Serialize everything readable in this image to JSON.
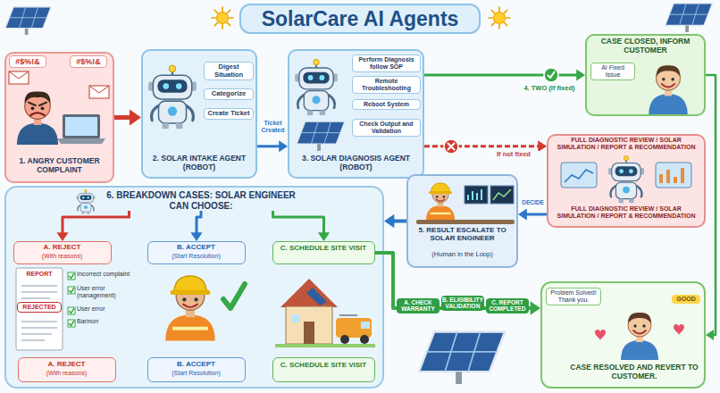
{
  "diagram": {
    "title": "SolarCare AI Agents",
    "nodes": [
      {
        "text": [
          "1. ANGRY CUSTOMER COMPLAINT"
        ]
      },
      {
        "text": [
          "2. SOLAR INTAKE AGENT (ROBOT)",
          "Digest Situation",
          "Categorize",
          "Create Ticket"
        ]
      },
      {
        "text": [
          "3. SOLAR DIAGNOSIS AGENT (ROBOT)",
          "Perform Diagnosis follow SOP",
          "Remote Troubleshooting",
          "Reboot System",
          "Check Output and Validation"
        ]
      },
      {
        "text": [
          "CASE CLOSED, INFORM CUSTOMER"
        ]
      },
      {
        "text": [
          "FULL DIAGNOSTIC REVIEW / SOLAR SIMULATION / REPORT & RECOMMENDATION",
          "FULL DIAGNOSTIC REVIEW / SOLAR SIMULATION / REPORT & RECOMMENDATION"
        ]
      },
      {
        "text": [
          "5. RESULT ESCALATE TO SOLAR ENGINEER",
          "(Human in the Loop)"
        ]
      },
      {
        "text": [
          "6. BREAKDOWN CASES: SOLAR ENGINEER CAN CHOOSE:"
        ]
      },
      {
        "text": [
          "A. REJECT",
          "(With reasons)"
        ],
        "in": 6
      },
      {
        "text": [
          "B. ACCEPT",
          "(Start Resolution)"
        ],
        "in": 6
      },
      {
        "text": [
          "C. SCHEDULE SITE VISIT"
        ],
        "in": 6
      },
      {
        "text": [
          "A. REJECT",
          "(With reasons)"
        ],
        "in": 6
      },
      {
        "text": [
          "B. ACCEPT",
          "(Start Resolution)"
        ],
        "in": 6
      },
      {
        "text": [
          "C. SCHEDULE SITE VISIT"
        ],
        "in": 6
      },
      {
        "text": [
          "CASE RESOLVED AND REVERT TO CUSTOMER."
        ]
      }
    ],
    "edges": [
      {
        "from": 0,
        "to": 1,
        "arrow": "to"
      },
      {
        "from": 1,
        "to": 2,
        "label": "Ticket Created",
        "arrow": "to"
      },
      {
        "from": 2,
        "to": 3,
        "label": "4. TWO (If fixed)",
        "arrow": "to"
      },
      {
        "from": 2,
        "to": 4,
        "label": "If not fixed",
        "arrow": "to"
      },
      {
        "from": 4,
        "to": 5,
        "label": "DECIDE",
        "arrow": "to"
      },
      {
        "from": 5,
        "to": 6,
        "arrow": "to"
      },
      {
        "from": 6,
        "to": 7,
        "arrow": "to"
      },
      {
        "from": 6,
        "to": 8,
        "arrow": "to"
      },
      {
        "from": 6,
        "to": 9,
        "arrow": "to"
      },
      {
        "from": 9,
        "to": 13,
        "arrow": "to"
      },
      {
        "from": 3,
        "to": 13,
        "arrow": "to"
      }
    ],
    "labels": [
      "#$%!&",
      "#$%!&",
      "AI Fixed Issue",
      "REPORT",
      "REJECTED",
      "Incorrect complaint",
      "User error (nanagement)",
      "User error",
      "Barinon",
      "A. CHECK WARRANTY",
      "B. ELIGIBILITY VALIDATION",
      "C. REPORT COMPLETED",
      "Problem Solved! Thank you.",
      "GOOD"
    ]
  }
}
